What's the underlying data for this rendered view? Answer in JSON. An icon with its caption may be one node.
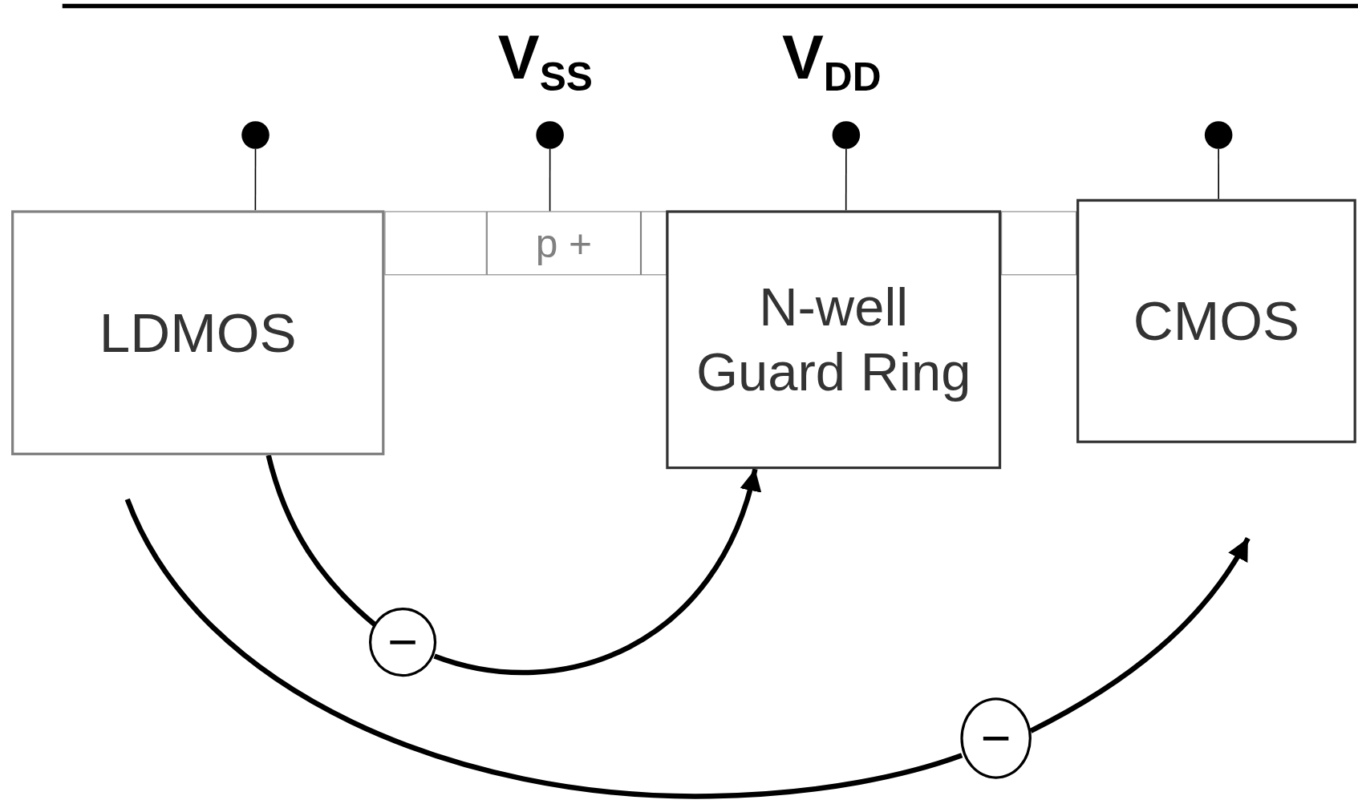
{
  "diagram": {
    "nodes": [
      {
        "text": [],
        "shape": "circle"
      },
      {
        "text": [],
        "shape": "circle",
        "beside": [
          "V$_{SS}$"
        ]
      },
      {
        "text": [],
        "shape": "circle",
        "beside": [
          "V$_{DD}$"
        ]
      },
      {
        "text": [],
        "shape": "circle"
      },
      {
        "text": [
          "LDMOS"
        ]
      },
      {
        "text": [],
        "shape": "box"
      },
      {
        "text": [
          "p +"
        ]
      },
      {
        "text": [],
        "shape": "box"
      },
      {
        "text": [
          "N-well Guard Ring"
        ]
      },
      {
        "text": [],
        "shape": "box"
      },
      {
        "text": [
          "CMOS"
        ]
      },
      {
        "text": [
          "−"
        ]
      },
      {
        "text": [
          "−"
        ]
      }
    ],
    "edges": [
      {
        "from": 0,
        "to": 4,
        "arrow": "none"
      },
      {
        "from": 1,
        "to": 6,
        "arrow": "none"
      },
      {
        "from": 2,
        "to": 8,
        "arrow": "none"
      },
      {
        "from": 3,
        "to": 10,
        "arrow": "none"
      },
      {
        "from": 4,
        "to": 11,
        "arrow": "none",
        "style": "thick"
      },
      {
        "from": 11,
        "to": 8,
        "arrow": "to",
        "style": "thick"
      },
      {
        "from": null,
        "to": 12,
        "arrow": "none",
        "style": "thick"
      },
      {
        "from": 12,
        "to": null,
        "arrow": "to",
        "style": "thick"
      }
    ]
  }
}
